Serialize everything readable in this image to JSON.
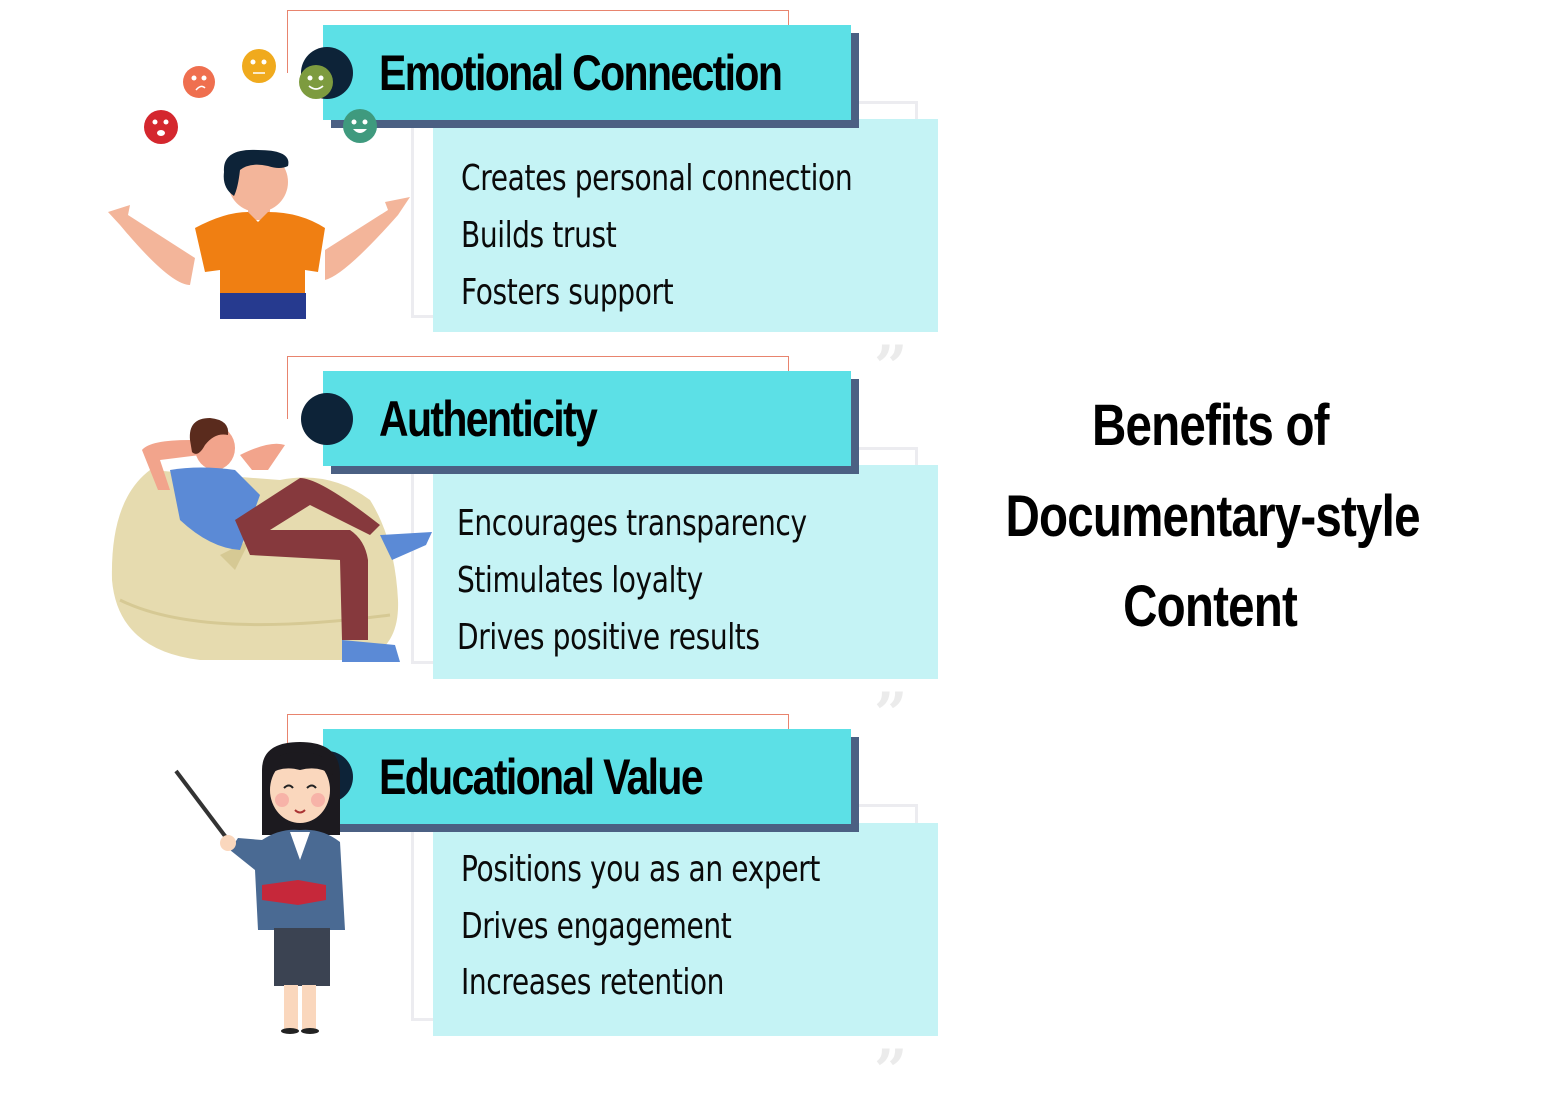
{
  "title": {
    "lines": [
      "Benefits of",
      "Documentary-style",
      "Content"
    ]
  },
  "sections": [
    {
      "heading": "Emotional Connection",
      "items": [
        "Creates personal connection",
        "Builds trust",
        "Fosters support"
      ],
      "illustration": "man-juggling-emoji-faces"
    },
    {
      "heading": "Authenticity",
      "items": [
        "Encourages transparency",
        "Stimulates loyalty",
        "Drives positive results"
      ],
      "illustration": "man-relaxing-on-beanbag"
    },
    {
      "heading": "Educational Value",
      "items": [
        "Positions you as an expert",
        "Drives engagement",
        "Increases retention"
      ],
      "illustration": "teacher-with-pointer-and-book"
    }
  ],
  "decorations": {
    "quote_glyph": "”"
  },
  "colors": {
    "header_bg": "#5ce0e6",
    "header_shadow": "#4b6083",
    "content_bg": "#c5f3f5",
    "dot": "#0d2338",
    "orange_outline": "#e8846e",
    "gray_outline": "#ececf0"
  }
}
